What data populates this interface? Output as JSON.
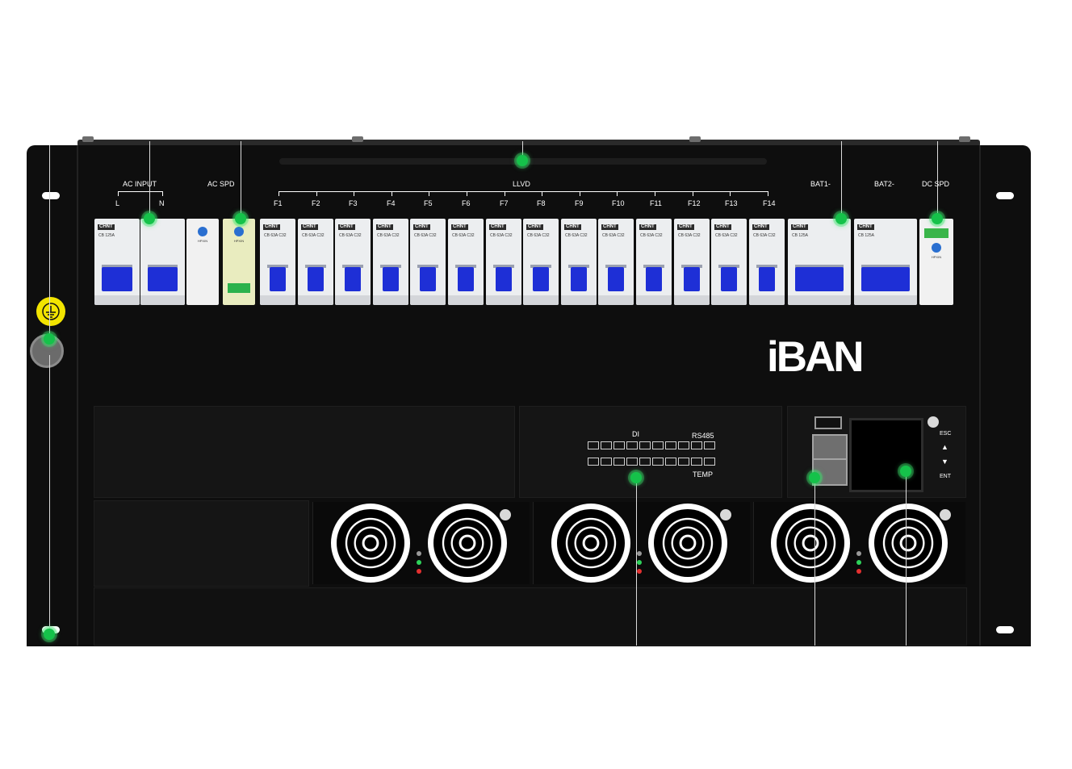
{
  "brand": {
    "logo_text": "iBAN"
  },
  "section_labels": {
    "ac_input": "AC INPUT",
    "ac_spd": "AC SPD",
    "llvd": "LLVD",
    "bat1": "BAT1-",
    "bat2": "BAT2-",
    "dc_spd": "DC SPD",
    "phase_l": "L",
    "phase_n": "N"
  },
  "fuse_labels": [
    "F1",
    "F2",
    "F3",
    "F4",
    "F5",
    "F6",
    "F7",
    "F8",
    "F9",
    "F10",
    "F11",
    "F12",
    "F13",
    "F14"
  ],
  "breaker_text": {
    "brand": "CHNT",
    "ac_rating": "CB 125A",
    "dist_rating": "CB 63A C32",
    "bat_rating": "CB 125A"
  },
  "spd_text": {
    "brand": "HPXIN"
  },
  "controller": {
    "di": "DI",
    "rs485": "RS485",
    "temp": "TEMP",
    "esc": "ESC",
    "ent": "ENT"
  },
  "icons": [
    "ground-icon",
    "power-icon",
    "alarm-icon",
    "fault-icon",
    "usb-icon",
    "network-icon",
    "up-arrow-icon",
    "down-arrow-icon"
  ],
  "colors": {
    "hotspot": "#15c24a",
    "breaker_handle": "#1e2fd6",
    "ground_label": "#f2e400",
    "chassis": "#0e0e0e"
  }
}
